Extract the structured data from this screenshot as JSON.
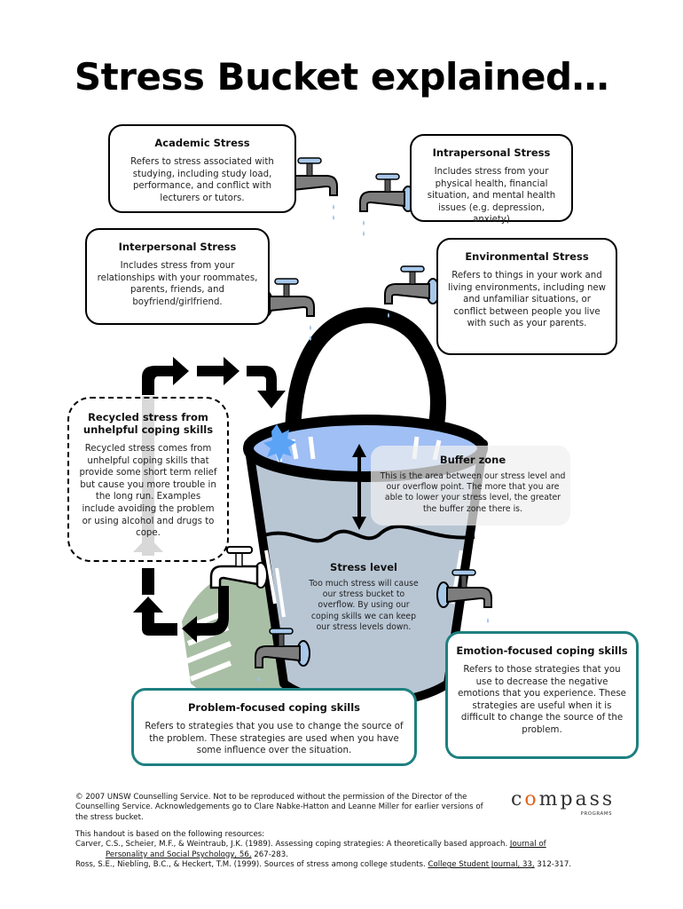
{
  "title": "Stress Bucket explained…",
  "colors": {
    "teal_border": "#1e8080",
    "water_blue": "#9fbff5",
    "bucket_fill": "#b8c6d4",
    "tap_grey": "#7d7d7d",
    "tap_handle": "#a8c8ea",
    "drip": "#9cc4ee",
    "ground_green": "#a9bfa5",
    "logo_orange": "#e2641c"
  },
  "boxes": {
    "academic": {
      "heading": "Academic Stress",
      "text": "Refers to stress associated with studying, including study load, performance, and conflict with lecturers or tutors."
    },
    "intrapersonal": {
      "heading": "Intrapersonal Stress",
      "text": "Includes stress from your physical health, financial situation, and mental health issues (e.g. depression, anxiety)"
    },
    "interpersonal": {
      "heading": "Interpersonal Stress",
      "text": "Includes stress from your relationships with your roommates, parents, friends, and boyfriend/girlfriend."
    },
    "environmental": {
      "heading": "Environmental Stress",
      "text": "Refers to things in your work and living environments, including new and unfamiliar situations, or conflict between people you live with such as your parents."
    },
    "recycled": {
      "heading": "Recycled stress from unhelpful coping skills",
      "text": "Recycled stress comes from unhelpful coping skills that provide some short term relief but cause you more trouble in the long run. Examples include avoiding the problem or using alcohol and drugs to cope."
    },
    "buffer": {
      "heading": "Buffer zone",
      "text": "This is the area between our stress level and our overflow point. The more that you are able to lower your stress level, the greater the buffer zone there is."
    },
    "stress_level": {
      "heading": "Stress level",
      "text": "Too much stress will cause our stress bucket to overflow. By using our coping skills we can keep our stress levels down."
    },
    "emotion": {
      "heading": "Emotion-focused coping skills",
      "text": "Refers to those strategies that you use to decrease the negative emotions that you experience. These strategies are useful when it is difficult to change the source of the problem."
    },
    "problem": {
      "heading": "Problem-focused coping skills",
      "text": "Refers to strategies that you use to change the source of the problem. These strategies are used when you have some influence over the situation."
    }
  },
  "footer": {
    "copyright": "© 2007 UNSW Counselling Service. Not to be reproduced without the permission of the Director of the Counselling Service. Acknowledgements go to Clare Nabke-Hatton and Leanne Miller for earlier versions of the stress bucket.",
    "refs_intro": "This handout is based on the following resources:",
    "ref1_a": "Carver, C.S., Scheier, M.F., & Weintraub, J.K. (1989). Assessing coping strategies: A theoretically based approach. ",
    "ref1_journal_a": "Journal of",
    "ref1_journal_b": "Personality and Social Psychology, 56,",
    "ref1_pages": " 267-283.",
    "ref2_a": "Ross, S.E., Niebling, B.C., & Heckert, T.M. (1999). Sources of stress among college students. ",
    "ref2_journal": "College Student Journal, 33,",
    "ref2_pages": " 312-317."
  },
  "logo": {
    "word_pre": "c",
    "word_o": "o",
    "word_post": "mpass",
    "sub": "PROGRAMS"
  }
}
